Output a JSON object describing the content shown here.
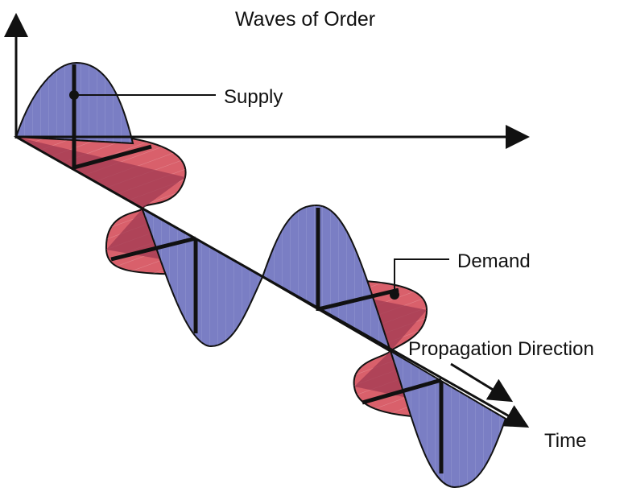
{
  "title": "Waves of Order",
  "labels": {
    "supply": "Supply",
    "demand": "Demand",
    "propagation": "Propagation Direction",
    "time": "Time"
  },
  "colors": {
    "supply_wave": "#7a7ec4",
    "demand_wave": "#d9606b",
    "demand_wave_dark": "#a03a52",
    "outline": "#111111"
  }
}
